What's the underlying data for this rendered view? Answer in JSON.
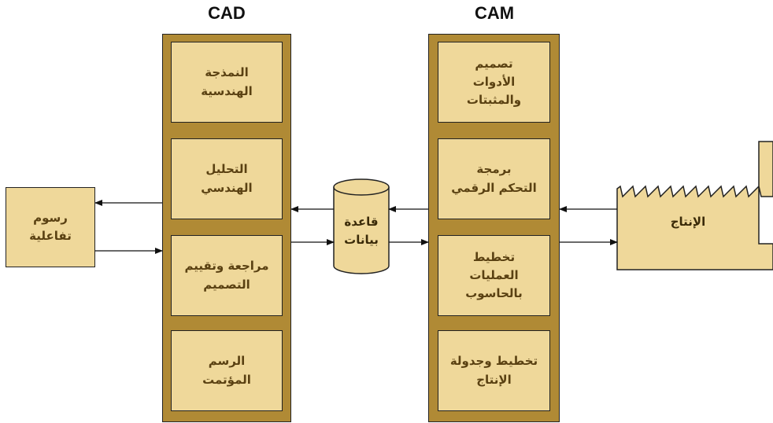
{
  "titles": {
    "cad": "CAD",
    "cam": "CAM"
  },
  "cad_boxes": [
    {
      "label": "النمذجة\nالهندسية"
    },
    {
      "label": "التحليل\nالهندسي"
    },
    {
      "label": "مراجعة وتقييم\nالتصميم"
    },
    {
      "label": "الرسم\nالمؤتمت"
    }
  ],
  "cam_boxes": [
    {
      "label": "تصميم\nالأدوات\nوالمثبتات"
    },
    {
      "label": "برمجة\nالتحكم الرقمي"
    },
    {
      "label": "تخطيط\nالعمليات\nبالحاسوب"
    },
    {
      "label": "تخطيط وجدولة\nالإنتاج"
    }
  ],
  "interactive_graphics": {
    "label": "رسوم\nتفاعلية"
  },
  "database": {
    "label": "قاعدة\nبيانات"
  },
  "production": {
    "label": "الإنتاج"
  },
  "colors": {
    "column": "#b08a35",
    "box": "#efd89a",
    "text": "#5a4112",
    "stroke": "#222222"
  }
}
